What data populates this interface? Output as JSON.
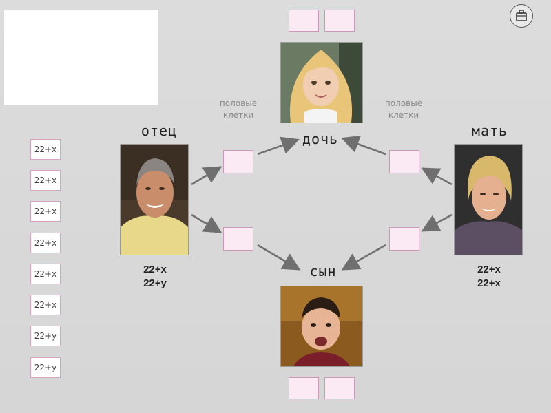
{
  "labels": {
    "father": "отец",
    "mother": "мать",
    "daughter": "дочь",
    "son": "сын",
    "gametes_left": [
      "половые",
      "клетки"
    ],
    "gametes_right": [
      "половые",
      "клетки"
    ]
  },
  "father_karyotype": [
    "22+x",
    "22+y"
  ],
  "mother_karyotype": [
    "22+x",
    "22+x"
  ],
  "chips": [
    "22+x",
    "22+x",
    "22+x",
    "22+x",
    "22+x",
    "22+x",
    "22+y",
    "22+y"
  ],
  "icons": {
    "tool": "case-icon"
  },
  "colors": {
    "slot_fill": "#fbe9f3",
    "slot_border": "#c99ab7",
    "arrow": "#6f6f6f",
    "background": "#d9d9d9"
  }
}
